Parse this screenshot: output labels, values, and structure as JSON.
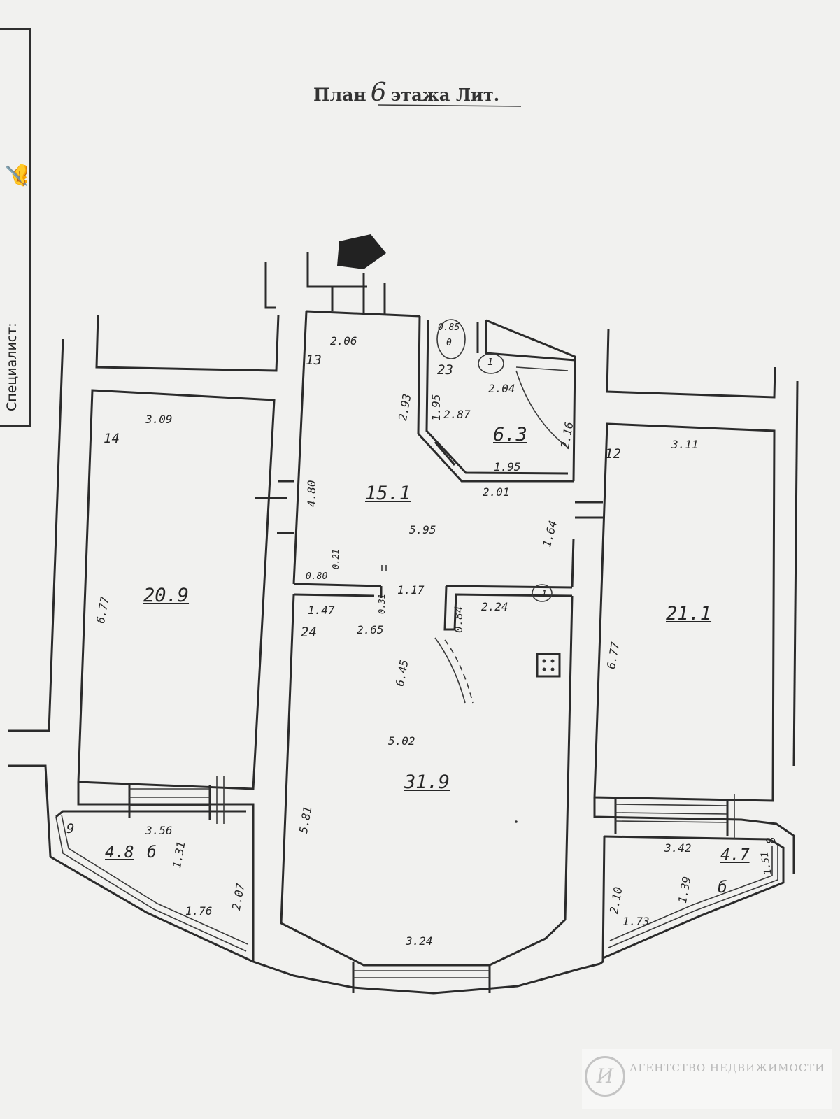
{
  "title": {
    "prefix": "План",
    "floor": "6",
    "suffix": "этажа Лит."
  },
  "stamp": {
    "specialist_label": "Специалист:"
  },
  "rooms": [
    {
      "id": "room-13",
      "number": "13",
      "area": "15.1",
      "dims": [
        "2.06",
        "4.80",
        "5.95",
        "1.64",
        "2.01"
      ]
    },
    {
      "id": "room-23",
      "number": "23",
      "area": "6.3",
      "dims": [
        "2.93",
        "1.95",
        "2.87",
        "2.04",
        "2.16",
        "1.95",
        "0.85"
      ]
    },
    {
      "id": "room-14",
      "number": "14",
      "area": "20.9",
      "dims": [
        "3.09",
        "6.77"
      ]
    },
    {
      "id": "room-12",
      "number": "12",
      "area": "21.1",
      "dims": [
        "3.11",
        "6.77"
      ]
    },
    {
      "id": "room-24",
      "number": "24",
      "area": "31.9",
      "dims": [
        "1.47",
        "2.65",
        "6.45",
        "5.02",
        "5.81",
        "3.24",
        "1.17",
        "2.24",
        "0.84",
        "0.80",
        "0.21",
        "0.31"
      ]
    },
    {
      "id": "room-9",
      "number": "9",
      "area": "4.8",
      "letter": "б",
      "dims": [
        "3.56",
        "1.31",
        "2.07",
        "1.76"
      ]
    },
    {
      "id": "room-8",
      "number": "8",
      "area": "4.7",
      "letter": "б",
      "dims": [
        "3.42",
        "1.39",
        "2.10",
        "1.73",
        "1.51"
      ]
    }
  ],
  "fixtures": {
    "toilet_mark": "0",
    "appliance_mark": "1"
  },
  "watermark": {
    "agency": "АГЕНТСТВО НЕДВИЖИМОСТИ",
    "logo_letter": "И"
  }
}
